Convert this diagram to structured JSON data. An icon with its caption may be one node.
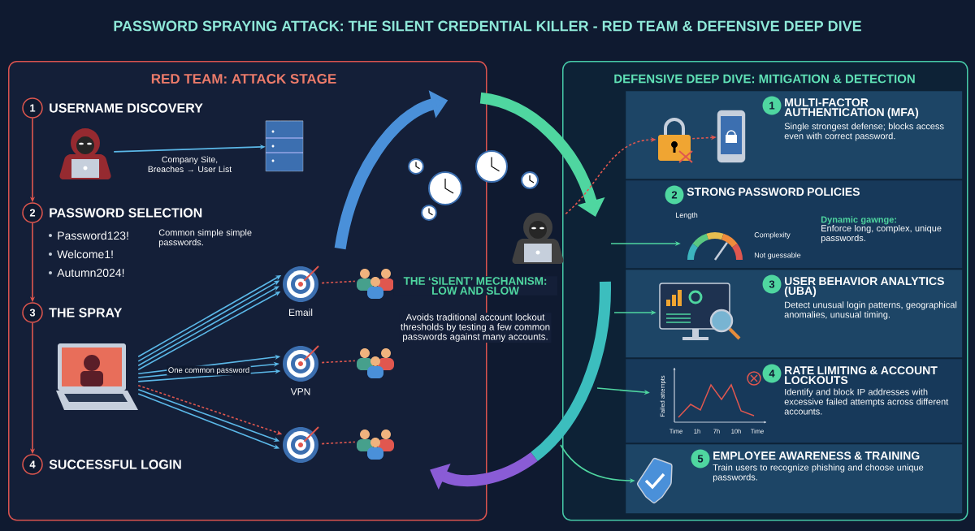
{
  "diagram": {
    "title": "PASSWORD SPRAYING ATTACK: THE SILENT CREDENTIAL KILLER - RED TEAM & DEFENSIVE DEEP DIVE",
    "nodes": [
      {
        "text": [
          "RED TEAM: ATTACK STAGE"
        ]
      },
      {
        "text": [
          "1"
        ],
        "beside": [
          "USERNAME DISCOVERY"
        ],
        "in": 0
      },
      {
        "text": [],
        "shape": "picture",
        "in": 0
      },
      {
        "text": [],
        "shape": "cylinder",
        "in": 0
      },
      {
        "text": [
          "2"
        ],
        "beside": [
          "PASSWORD SELECTION"
        ],
        "in": 0
      },
      {
        "text": [
          "3"
        ],
        "beside": [
          "THE SPRAY"
        ],
        "in": 0
      },
      {
        "text": [],
        "shape": "picture",
        "in": 0
      },
      {
        "text": [],
        "shape": "picture",
        "beside": [
          "Email"
        ],
        "in": 0
      },
      {
        "text": [],
        "shape": "person",
        "in": 0
      },
      {
        "text": [],
        "shape": "picture",
        "beside": [
          "VPN"
        ],
        "in": 0
      },
      {
        "text": [],
        "shape": "person",
        "in": 0
      },
      {
        "text": [],
        "shape": "picture",
        "in": 0
      },
      {
        "text": [],
        "shape": "person",
        "in": 0
      },
      {
        "text": [
          "4"
        ],
        "beside": [
          "SUCCESSFUL LOGIN"
        ],
        "in": 0
      },
      {
        "text": [],
        "shape": "picture"
      },
      {
        "text": [
          "DEFENSIVE DEEP DIVE: MITIGATION & DETECTION"
        ]
      },
      {
        "text": [
          "MULTI-FACTOR AUTHENTICATION (MFA)",
          "Single strongest defense; blocks access even with correct password."
        ],
        "in": 15
      },
      {
        "text": [
          "1"
        ],
        "in": 16
      },
      {
        "text": [],
        "shape": "picture",
        "in": 16
      },
      {
        "text": [],
        "shape": "picture",
        "in": 16
      },
      {
        "text": [
          "STRONG PASSWORD POLICIES",
          "Dynamic gawnge:",
          "Enforce long, complex, unique passwords."
        ],
        "in": 15
      },
      {
        "text": [
          "2"
        ],
        "in": 20
      },
      {
        "text": [],
        "shape": "picture",
        "in": 20
      },
      {
        "text": [
          "USER BEHAVIOR ANALYTICS (UBA)",
          "Detect unusual login patterns, geographical anomalies, unusual timing."
        ],
        "in": 15
      },
      {
        "text": [
          "3"
        ],
        "in": 23
      },
      {
        "text": [],
        "shape": "picture",
        "in": 23
      },
      {
        "text": [
          "RATE LIMITING & ACCOUNT LOCKOUTS",
          "Identify and block IP addresses with excessive failed attempts across different accounts."
        ],
        "in": 15
      },
      {
        "text": [
          "4"
        ],
        "in": 26
      },
      {
        "text": [],
        "shape": "picture",
        "beside": [
          "Failed attempts",
          "Time",
          "1h",
          "7h",
          "10h",
          "Time"
        ],
        "in": 26
      },
      {
        "text": [
          "EMPLOYEE AWARENESS & TRAINING",
          "Train users to recognize phishing and choose unique passwords."
        ],
        "in": 15
      },
      {
        "text": [
          "5"
        ],
        "in": 29
      },
      {
        "text": [],
        "shape": "picture",
        "in": 29
      }
    ],
    "edges": [
      {
        "from": 1,
        "to": 4,
        "arrow": "to",
        "color": "#e0574f"
      },
      {
        "from": 4,
        "to": 5,
        "arrow": "to",
        "color": "#e0574f"
      },
      {
        "from": 5,
        "to": 13,
        "arrow": "to",
        "color": "#e0574f"
      },
      {
        "from": 2,
        "to": 3,
        "arrow": "to",
        "label": "Company Site, Breaches → User List"
      },
      {
        "from": 6,
        "to": 7,
        "arrow": "to"
      },
      {
        "from": 6,
        "to": 7,
        "arrow": "to"
      },
      {
        "from": 6,
        "to": 7,
        "arrow": "to"
      },
      {
        "from": 6,
        "to": 7,
        "arrow": "to"
      },
      {
        "from": 6,
        "to": 9,
        "arrow": "to"
      },
      {
        "from": 6,
        "to": 9,
        "arrow": "to",
        "label": "One common password"
      },
      {
        "from": 6,
        "to": 9,
        "arrow": "to"
      },
      {
        "from": 6,
        "to": 11,
        "arrow": "to",
        "style": "dashed",
        "color": "#e0574f"
      },
      {
        "from": 6,
        "to": 11,
        "arrow": "to"
      },
      {
        "from": 6,
        "to": 11,
        "arrow": "to"
      },
      {
        "from": 7,
        "to": 8,
        "arrow": "none",
        "style": "dashed",
        "color": "#e0574f"
      },
      {
        "from": 9,
        "to": 10,
        "arrow": "none",
        "style": "dashed",
        "color": "#e0574f"
      },
      {
        "from": 11,
        "to": 12,
        "arrow": "none",
        "style": "dashed",
        "color": "#e0574f"
      },
      {
        "from": 14,
        "to": 18,
        "arrow": "to",
        "style": "dashed",
        "color": "#e0574f"
      },
      {
        "from": 18,
        "to": 19,
        "arrow": "to",
        "style": "dashed",
        "color": "#e0574f"
      },
      {
        "from": null,
        "to": 22,
        "arrow": "to",
        "color": "#4fd6a0"
      },
      {
        "from": null,
        "to": 25,
        "arrow": "to",
        "color": "#4fd6a0"
      },
      {
        "from": null,
        "to": 28,
        "arrow": "to",
        "color": "#4fd6a0"
      },
      {
        "from": null,
        "to": 31,
        "arrow": "to",
        "color": "#4fd6a0"
      }
    ],
    "labels": [
      "Length",
      "Complexity",
      "Not guessable",
      "Password123!",
      "Welcome1!",
      "Autumn2024!",
      "Common simple simple passwords.",
      "THE ‘SILENT’ MECHANISM: LOW AND SLOW",
      "Avoids traditional account lockout thresholds by testing a few common passwords against many accounts."
    ]
  }
}
